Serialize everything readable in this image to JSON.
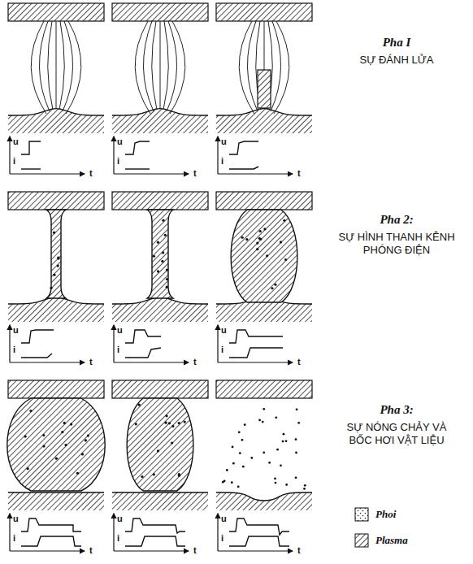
{
  "diagram": {
    "labels": [
      "Pha I",
      "SỰ ĐÁNH LỬA",
      "Pha 2:",
      "SỰ HÌNH THANH KÊNH PHÓNG ĐIỆN",
      "Pha 3:",
      "SỰ NÓNG CHẢY VÀ BỐC HƠI VẬT LIỆU",
      "u",
      "i",
      "t",
      "u",
      "i",
      "t",
      "u",
      "i",
      "t",
      "u",
      "i",
      "t",
      "u",
      "i",
      "t",
      "u",
      "i",
      "t",
      "u",
      "i",
      "t",
      "u",
      "i",
      "t",
      "u",
      "i",
      "t"
    ],
    "legend": [
      {
        "text": "Phoi"
      },
      {
        "text": "Plasma"
      }
    ]
  }
}
